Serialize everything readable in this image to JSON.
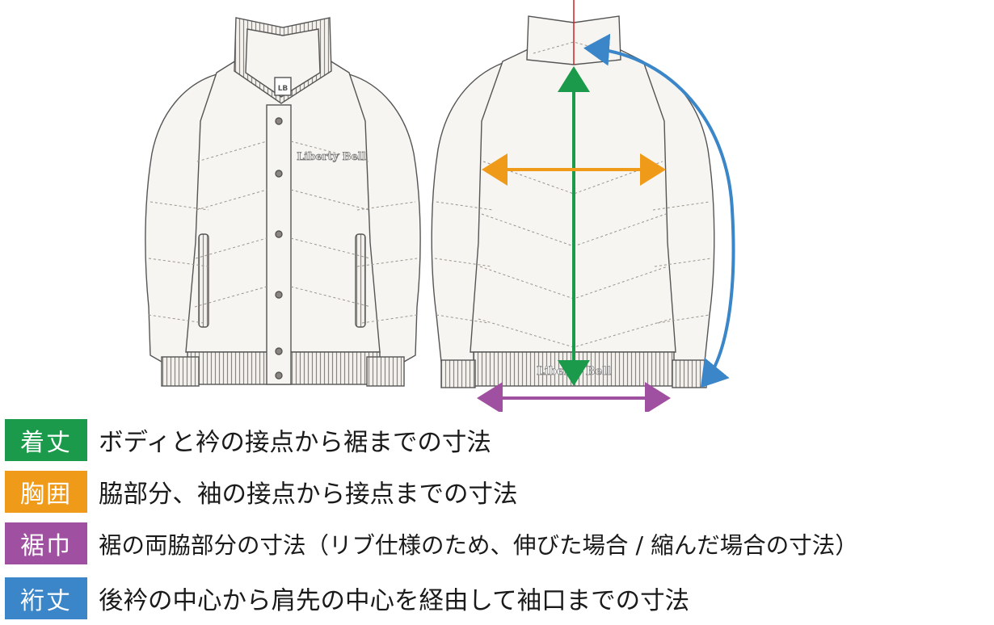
{
  "figure": {
    "front_brand_text": "Liberty Bell",
    "back_brand_text": "Liberty Bell",
    "label_text": "LB"
  },
  "colors": {
    "length": "#1a9a4a",
    "chest": "#f09a1a",
    "hem": "#a050a0",
    "sleeve": "#3a86c8",
    "center_line": "#cc2222",
    "outline": "#555555"
  },
  "legend": [
    {
      "tag": "着丈",
      "color": "#1a9a4a",
      "text": "ボディと衿の接点から裾までの寸法"
    },
    {
      "tag": "胸囲",
      "color": "#f09a1a",
      "text": "脇部分、袖の接点から接点までの寸法"
    },
    {
      "tag": "裾巾",
      "color": "#a050a0",
      "text": "裾の両脇部分の寸法（リブ仕様のため、伸びた場合 / 縮んだ場合の寸法）"
    },
    {
      "tag": "裄丈",
      "color": "#3a86c8",
      "text": "後衿の中心から肩先の中心を経由して袖口までの寸法"
    }
  ]
}
